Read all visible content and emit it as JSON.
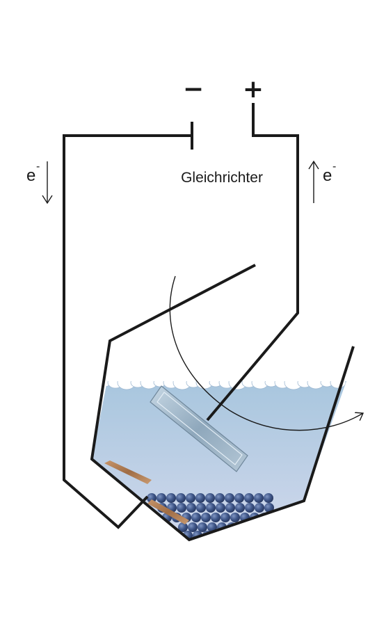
{
  "labels": {
    "minus_sign": "−",
    "plus_sign": "+",
    "rectifier": "Gleichrichter",
    "electron_left": "e",
    "electron_left_sup": "-",
    "electron_right": "e",
    "electron_right_sup": "-"
  },
  "colors": {
    "wire": "#1a1a1a",
    "electrolyte_top": "#a9c8df",
    "electrolyte_bottom": "#cfd9ec",
    "foam": "#ffffff",
    "foam_outline": "#9fb9d2",
    "anode_balls": "#3f5688",
    "cathode_plate": "#b78458",
    "workpiece": "#9fb6c8"
  }
}
